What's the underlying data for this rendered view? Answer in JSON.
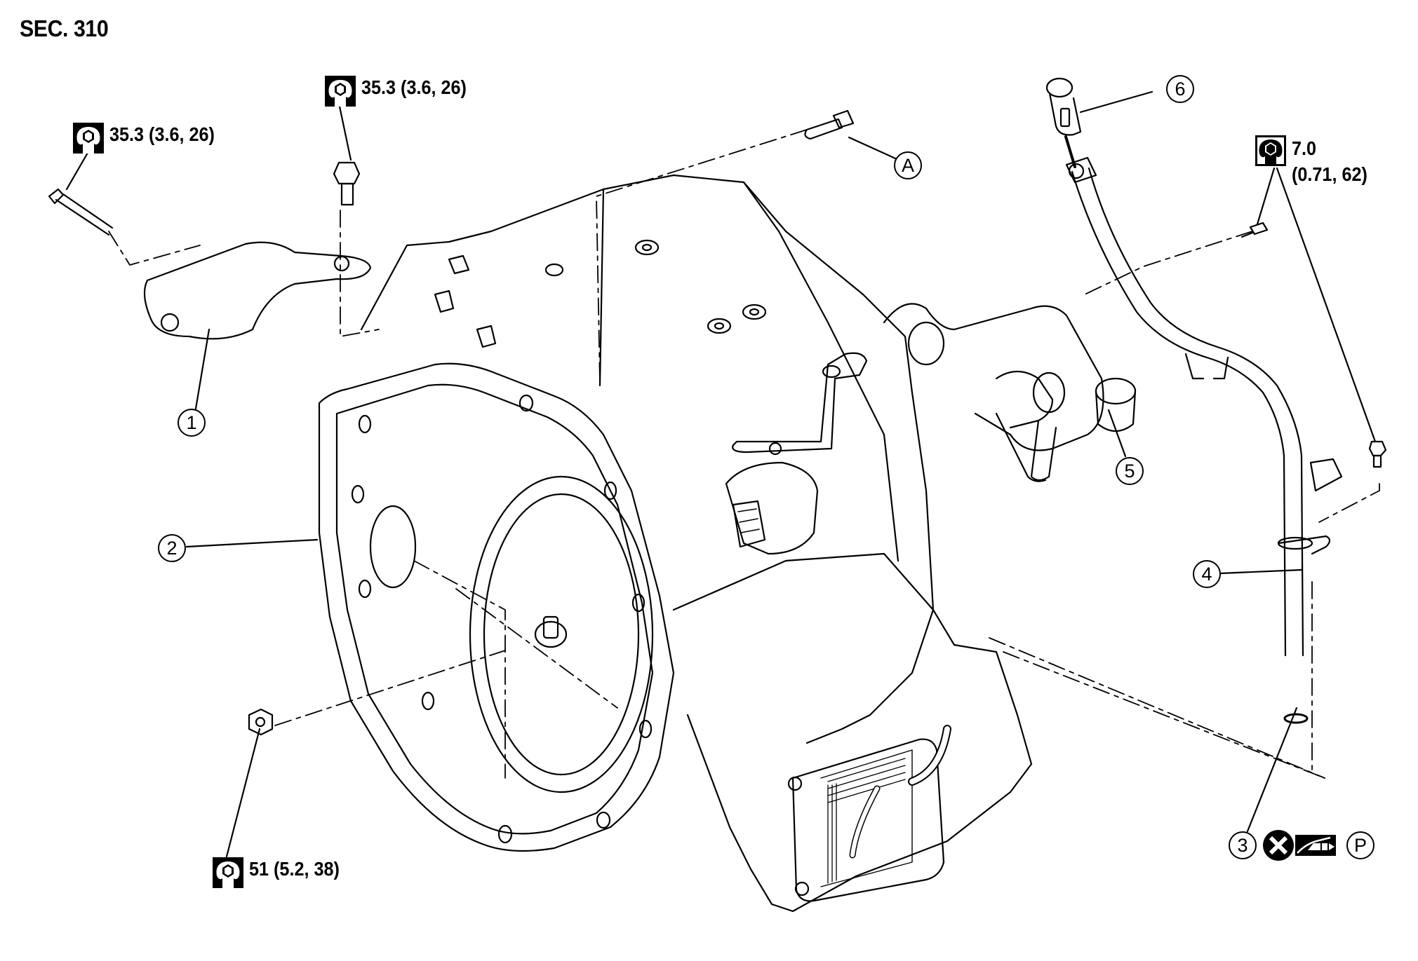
{
  "section_title": "SEC. 310",
  "torque_specs": [
    {
      "id": "torque-bracket-bolt",
      "icon": "tightening-torque-icon",
      "value": "35.3 (3.6, 26)"
    },
    {
      "id": "torque-bracket-upper-bolt",
      "icon": "tightening-torque-icon",
      "value": "35.3 (3.6, 26)"
    },
    {
      "id": "torque-dipstick-bolt",
      "icon": "tightening-torque-special-icon",
      "value_line1": "7.0",
      "value_line2": "(0.71, 62)"
    },
    {
      "id": "torque-nut",
      "icon": "tightening-torque-icon",
      "value": "51 (5.2, 38)"
    }
  ],
  "callouts": [
    {
      "label": "1",
      "part": "bracket"
    },
    {
      "label": "2",
      "part": "transaxle assembly"
    },
    {
      "label": "3",
      "part": "O-ring"
    },
    {
      "label": "4",
      "part": "CVT fluid charging pipe"
    },
    {
      "label": "5",
      "part": "water hose connector"
    },
    {
      "label": "6",
      "part": "CVT fluid level gauge"
    },
    {
      "label": "A",
      "part": "reference bolt"
    }
  ],
  "legend_symbols": [
    {
      "name": "do-not-reuse-icon",
      "meaning": "Always replace after every disassembly"
    },
    {
      "name": "apply-fluid-icon",
      "meaning": "Apply fluid"
    },
    {
      "label": "P",
      "name": "p-mark-icon"
    }
  ]
}
